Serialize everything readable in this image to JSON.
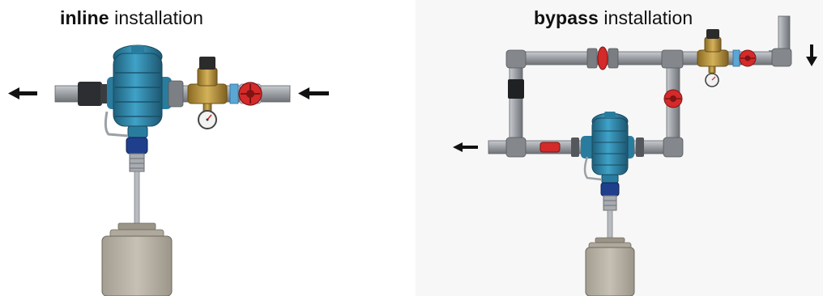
{
  "inline": {
    "title_bold": "inline",
    "title_rest": "installation"
  },
  "bypass": {
    "title_bold": "bypass",
    "title_rest": "installation"
  },
  "colors": {
    "pipe": "#8e9196",
    "pump_body": "#2f8bb0",
    "valve_handle": "#d42a2a",
    "regulator_brass": "#b8913a",
    "container": "#b7b2a5",
    "arrow": "#111111"
  },
  "icons": {
    "flow_arrow": "left-arrow-icon",
    "flow_arrow_down": "down-arrow-icon",
    "pressure_gauge": "gauge-icon"
  }
}
